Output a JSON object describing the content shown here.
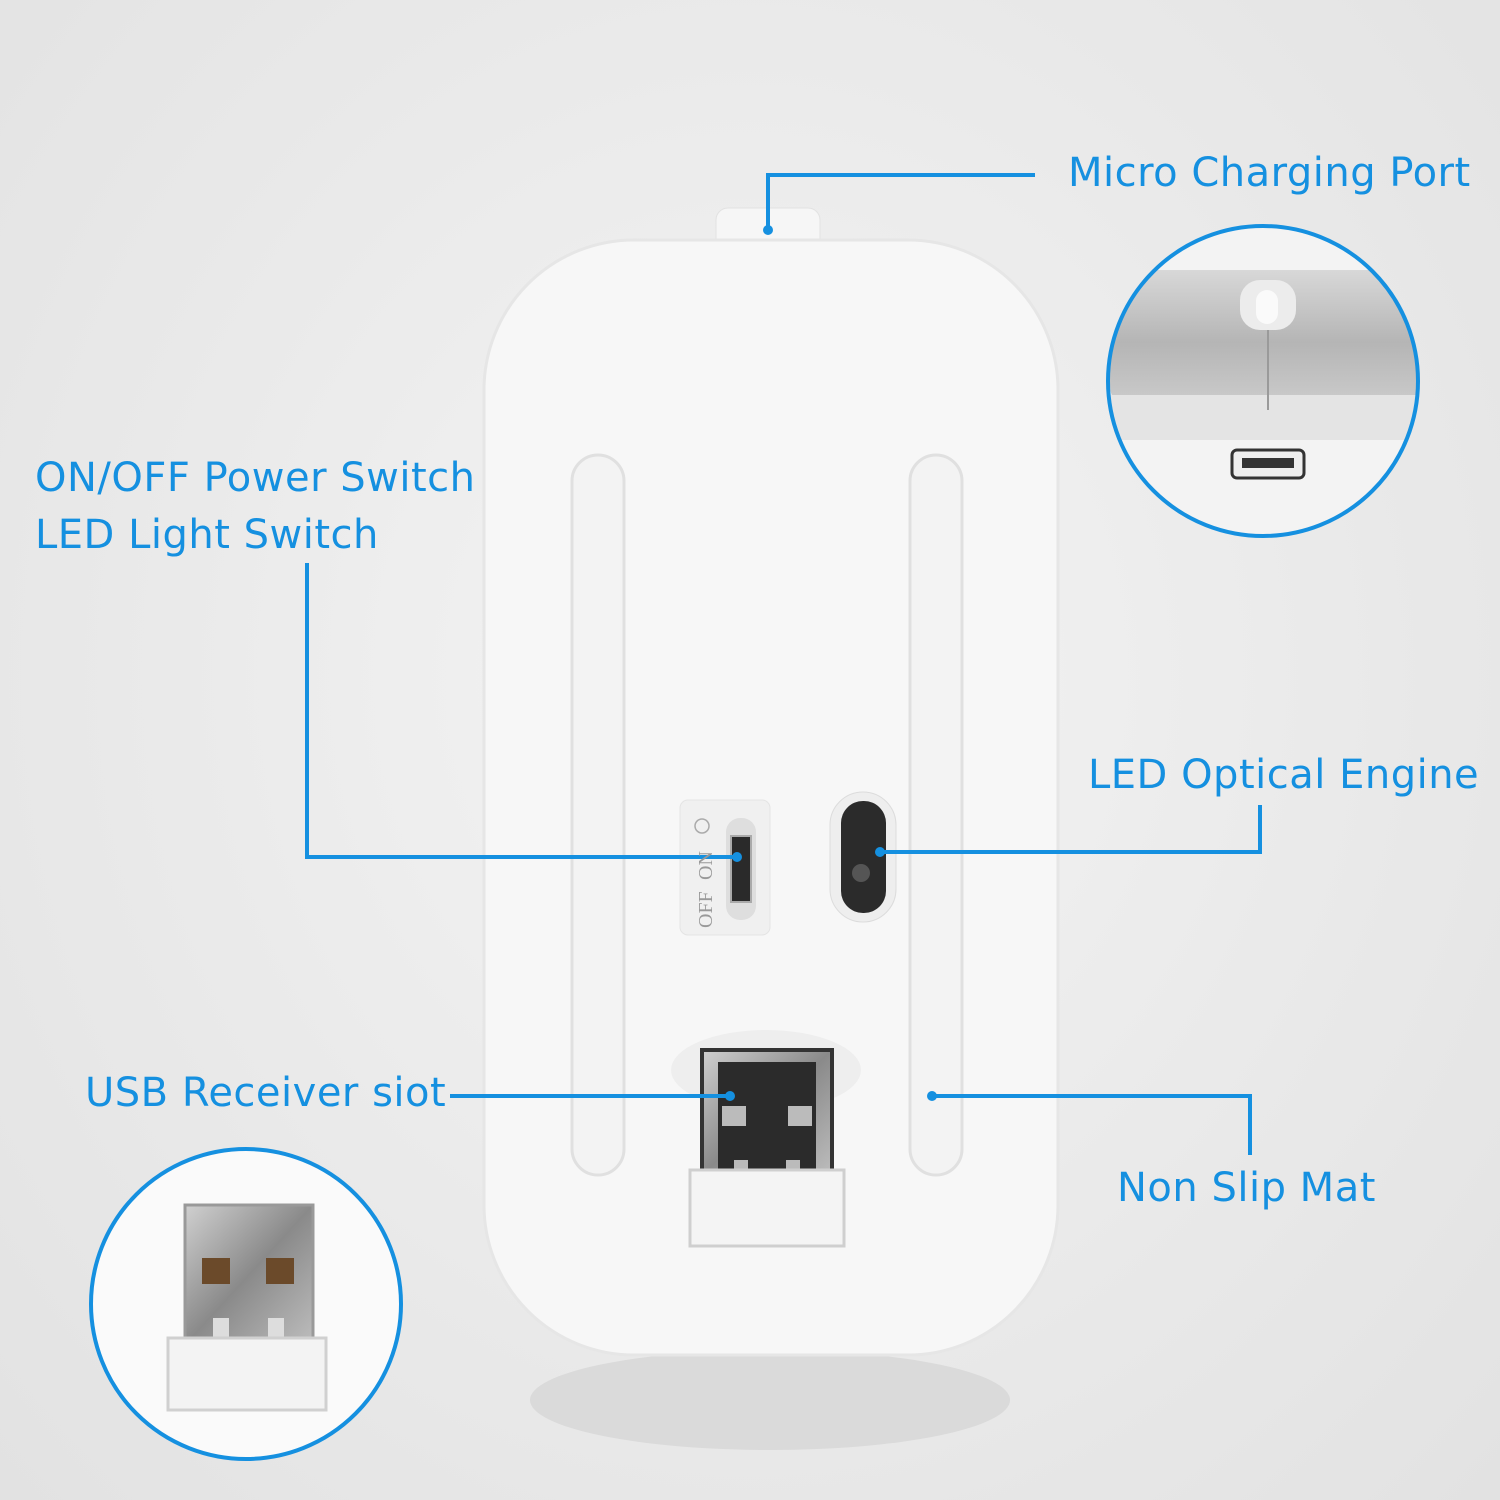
{
  "labels": {
    "micro_port": "Micro Charging Port",
    "power_switch": "ON/OFF Power Switch",
    "led_switch": "LED Light Switch",
    "optical_engine": "LED Optical Engine",
    "usb_slot": "USB Receiver siot",
    "non_slip": "Non Slip Mat"
  },
  "switch_print": {
    "off": "OFF",
    "on": "ON"
  },
  "colors": {
    "accent": "#1590e0",
    "mouse_body": "#f7f7f7",
    "background": "#ebebeb"
  }
}
